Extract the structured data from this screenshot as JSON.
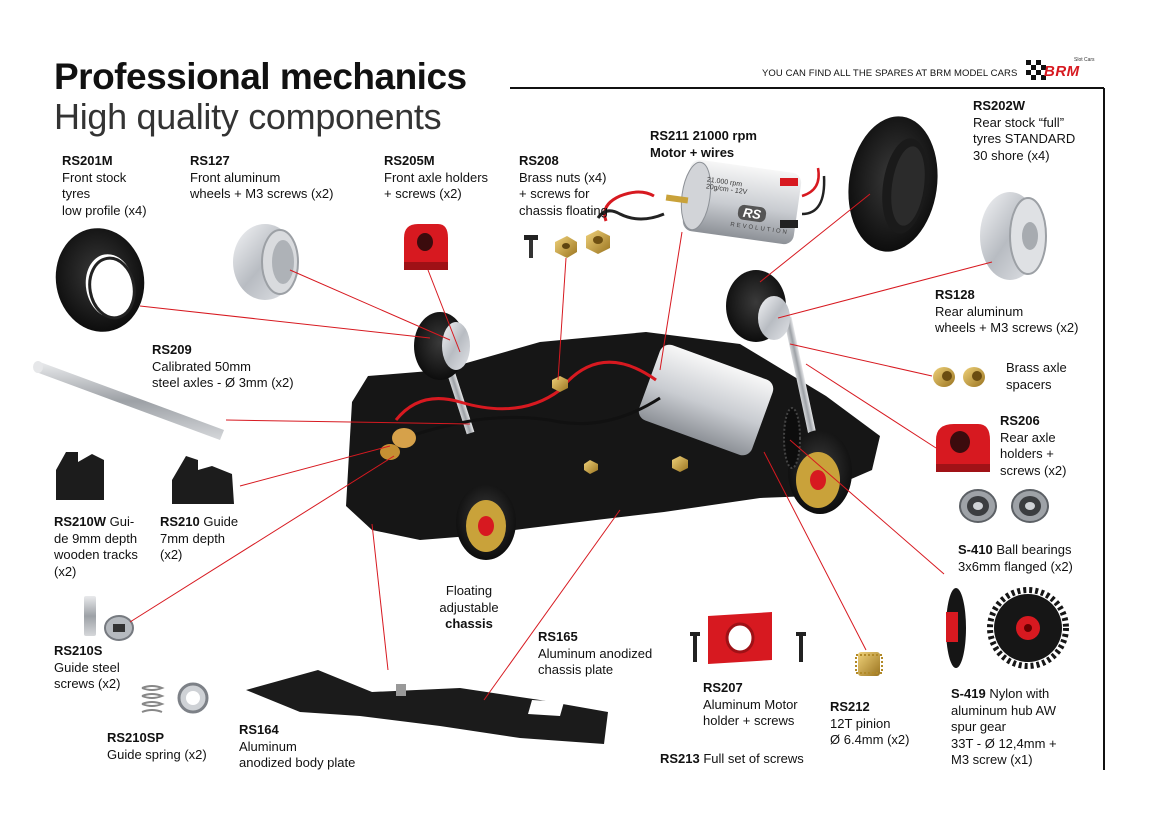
{
  "header": {
    "title_line1": "Professional mechanics",
    "title_line2": "High quality components",
    "spares_note": "YOU CAN FIND ALL THE SPARES AT BRM MODEL CARS",
    "brand_name": "BRM",
    "brand_tag": "Slot Cars"
  },
  "colors": {
    "accent": "#d71920",
    "leader_line": "#d71920",
    "chassis": "#1a1a1a",
    "aluminum": "#c8cbd0",
    "brass": "#c9a23a"
  },
  "parts": {
    "rs201m": {
      "code": "RS201M",
      "l1": "Front stock",
      "l2": "tyres",
      "l3": "low profile (x4)"
    },
    "rs127": {
      "code": "RS127",
      "l1": "Front aluminum",
      "l2": "wheels + M3 screws (x2)"
    },
    "rs205m": {
      "code": "RS205M",
      "l1": "Front axle holders",
      "l2": "+ screws (x2)"
    },
    "rs208": {
      "code": "RS208",
      "l1": "Brass nuts (x4)",
      "l2": "+ screws for",
      "l3": "chassis floating"
    },
    "rs211": {
      "code": "RS211",
      "rest": " 21000 rpm",
      "l1": "Motor + wires"
    },
    "rs202w": {
      "code": "RS202W",
      "l1": "Rear stock “full”",
      "l2": "tyres STANDARD",
      "l3": "30 shore (x4)"
    },
    "rs128": {
      "code": "RS128",
      "l1": "Rear aluminum",
      "l2": "wheels + M3 screws (x2)"
    },
    "spacers": {
      "l1": "Brass axle",
      "l2": "spacers"
    },
    "rs206": {
      "code": "RS206",
      "l1": "Rear axle",
      "l2": "holders +",
      "l3": "screws (x2)"
    },
    "s410": {
      "code": "S-410",
      "rest": " Ball bearings",
      "l1": "3x6mm flanged (x2)"
    },
    "s419": {
      "code": "S-419",
      "rest": " Nylon with",
      "l1": "aluminum hub AW",
      "l2": "spur gear",
      "l3": "33T  - Ø 12,4mm +",
      "l4": "M3 screw (x1)"
    },
    "rs212": {
      "code": "RS212",
      "l1": "12T pinion",
      "l2": "Ø 6.4mm (x2)"
    },
    "rs207": {
      "code": "RS207",
      "l1": "Aluminum Motor",
      "l2": "holder + screws"
    },
    "rs213": {
      "code": "RS213",
      "rest": " Full set of screws"
    },
    "rs165": {
      "code": "RS165",
      "l1": "Aluminum anodized",
      "l2": "chassis plate"
    },
    "floating": {
      "l1": "Floating",
      "l2": "adjustable",
      "l3": "chassis"
    },
    "rs164": {
      "code": "RS164",
      "l1": "Aluminum",
      "l2": "anodized body plate"
    },
    "rs210sp": {
      "code": "RS210SP",
      "l1": "Guide spring (x2)"
    },
    "rs210s": {
      "code": "RS210S",
      "l1": "Guide steel",
      "l2": "screws (x2)"
    },
    "rs210w": {
      "code": "RS210W",
      "rest": " Gui-",
      "l1": "de 9mm depth",
      "l2": "wooden tracks",
      "l3": "(x2)"
    },
    "rs210": {
      "code": "RS210",
      "rest": " Guide",
      "l1": "7mm depth",
      "l2": "(x2)"
    },
    "rs209": {
      "code": "RS209",
      "l1": "Calibrated 50mm",
      "l2": "steel axles - Ø 3mm (x2)"
    }
  },
  "motor_print": {
    "line1": "21.000 rpm",
    "line2": "20g/cm - 12V",
    "badge": "RS",
    "badge_sub": "REVOLUTION"
  }
}
